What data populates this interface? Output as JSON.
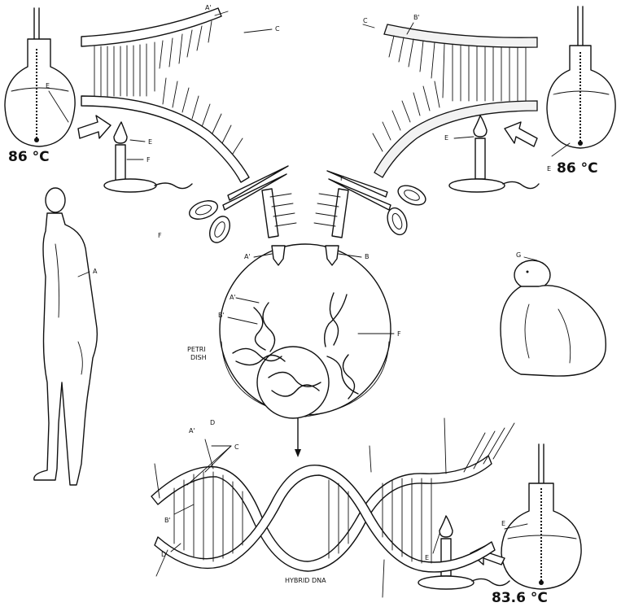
{
  "temperatures": {
    "left_flask": "86 °C",
    "right_flask": "86 °C",
    "bottom_flask": "83.6 °C"
  },
  "letter_labels": {
    "a": "A",
    "a_prime": "A'",
    "b": "B",
    "b_prime": "B'",
    "c": "C",
    "d": "D",
    "e": "E",
    "f": "F",
    "g": "G"
  },
  "captions": {
    "petri_dish": [
      "PETRI",
      "DISH"
    ],
    "hybrid_dna": "HYBRID DNA"
  }
}
